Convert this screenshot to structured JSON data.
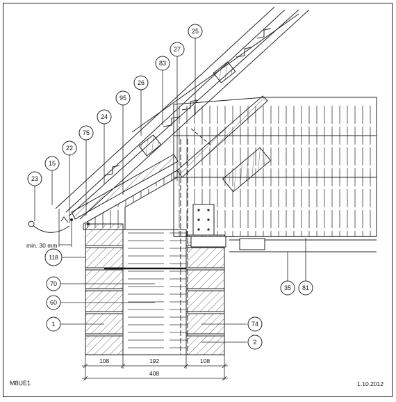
{
  "drawing_code": "M8UE1",
  "date": "1.10.2012",
  "dimension_note": "min. 30 mm",
  "dimensions": {
    "left": "108",
    "middle": "192",
    "right": "108",
    "total": "408"
  },
  "callouts": [
    {
      "id": "c25",
      "label": "25"
    },
    {
      "id": "c27",
      "label": "27"
    },
    {
      "id": "c83",
      "label": "83"
    },
    {
      "id": "c26",
      "label": "26"
    },
    {
      "id": "c95",
      "label": "95"
    },
    {
      "id": "c24",
      "label": "24"
    },
    {
      "id": "c75",
      "label": "75"
    },
    {
      "id": "c22",
      "label": "22"
    },
    {
      "id": "c15",
      "label": "15"
    },
    {
      "id": "c23",
      "label": "23"
    },
    {
      "id": "c118",
      "label": "118"
    },
    {
      "id": "c70",
      "label": "70"
    },
    {
      "id": "c60",
      "label": "60"
    },
    {
      "id": "c1",
      "label": "1"
    },
    {
      "id": "c74",
      "label": "74"
    },
    {
      "id": "c2",
      "label": "2"
    },
    {
      "id": "c35",
      "label": "35"
    },
    {
      "id": "c81",
      "label": "81"
    }
  ]
}
